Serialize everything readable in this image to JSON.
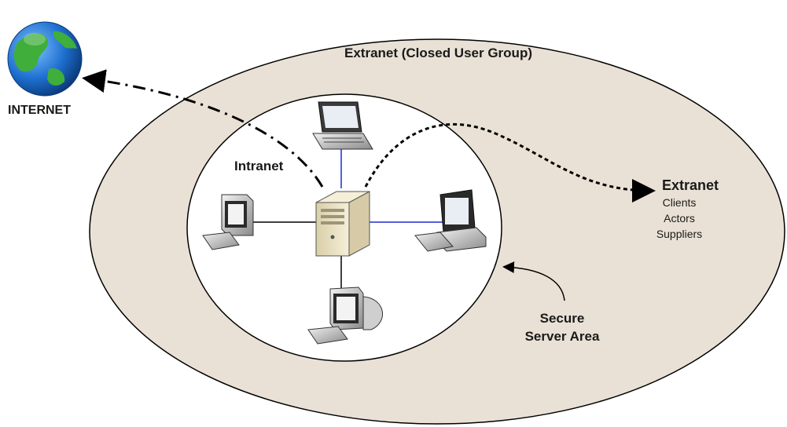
{
  "labels": {
    "extranet_title": "Extranet (Closed User Group)",
    "intranet": "Intranet",
    "internet": "INTERNET",
    "extranet": "Extranet",
    "extranet_members": [
      "Clients",
      "Actors",
      "Suppliers"
    ],
    "secure_area": "Secure Server Area"
  },
  "icons": {
    "globe": "globe-icon",
    "server": "server-tower-icon",
    "laptop": "laptop-icon",
    "desktop_left": "desktop-computer-icon",
    "desktop_right": "desktop-computer-icon",
    "desktop_bottom": "desktop-computer-icon"
  },
  "colors": {
    "outer_ellipse_fill": "#e9e1d5",
    "inner_ellipse_fill": "#ffffff",
    "outline": "#000000",
    "link_blue": "#1f2ccc",
    "link_black": "#000000",
    "globe_ocean": "#1e6fd0",
    "globe_land": "#3fae3a",
    "server_body": "#ece3c6"
  }
}
